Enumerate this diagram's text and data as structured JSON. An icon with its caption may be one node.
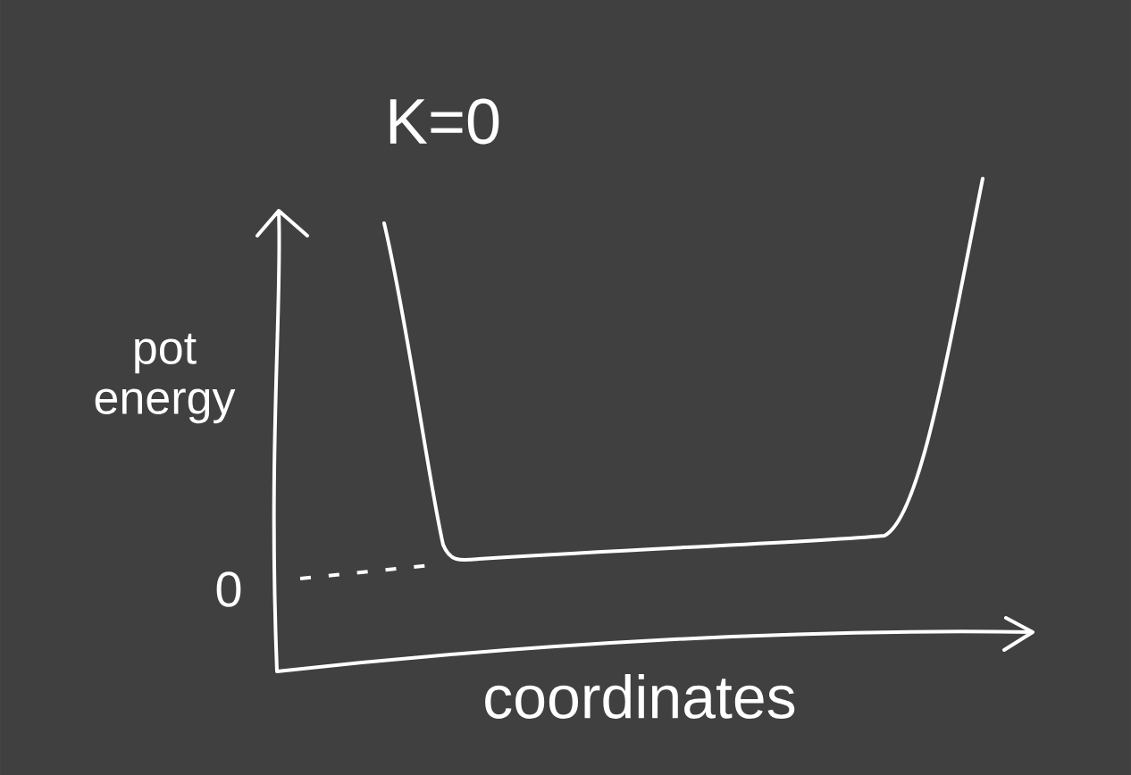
{
  "diagram": {
    "labels": [
      "K=0",
      "pot energy",
      "0",
      "coordinates"
    ]
  }
}
